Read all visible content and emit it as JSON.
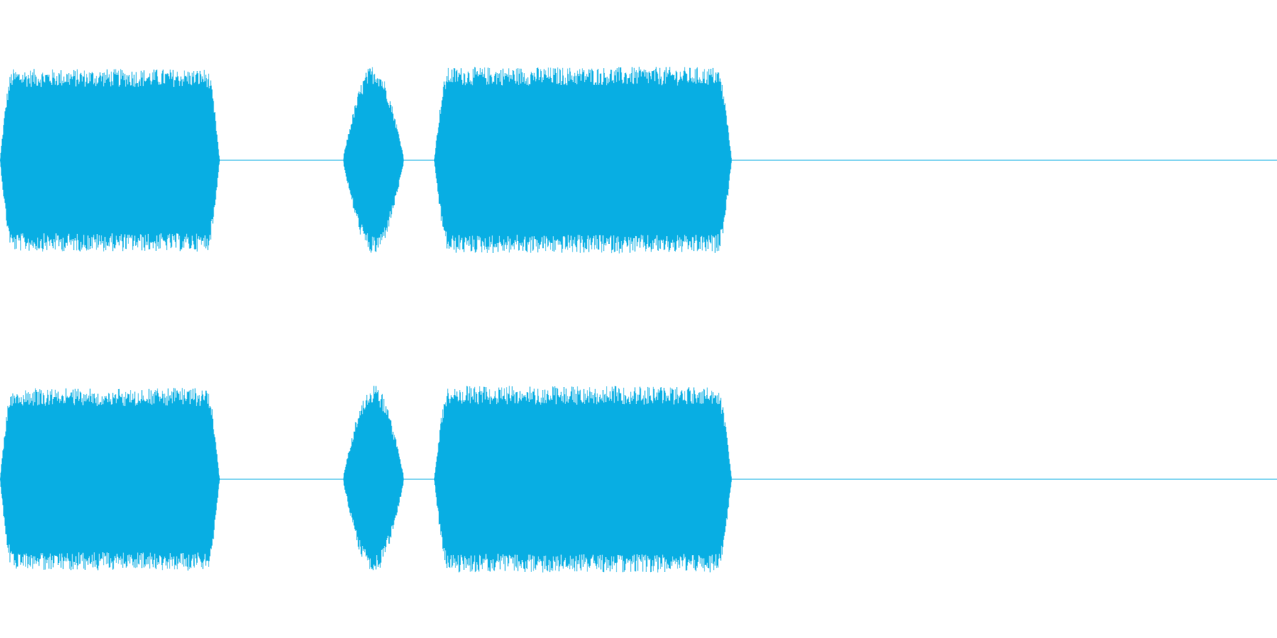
{
  "waveform": {
    "color": "#08aee3",
    "background": "#ffffff",
    "channel_count": 2,
    "segments": [
      {
        "start": 0.0,
        "end": 0.172,
        "peak": 0.92,
        "shape": "plateau"
      },
      {
        "start": 0.269,
        "end": 0.316,
        "peak": 0.96,
        "shape": "spindle"
      },
      {
        "start": 0.34,
        "end": 0.573,
        "peak": 0.94,
        "shape": "plateau"
      }
    ]
  }
}
